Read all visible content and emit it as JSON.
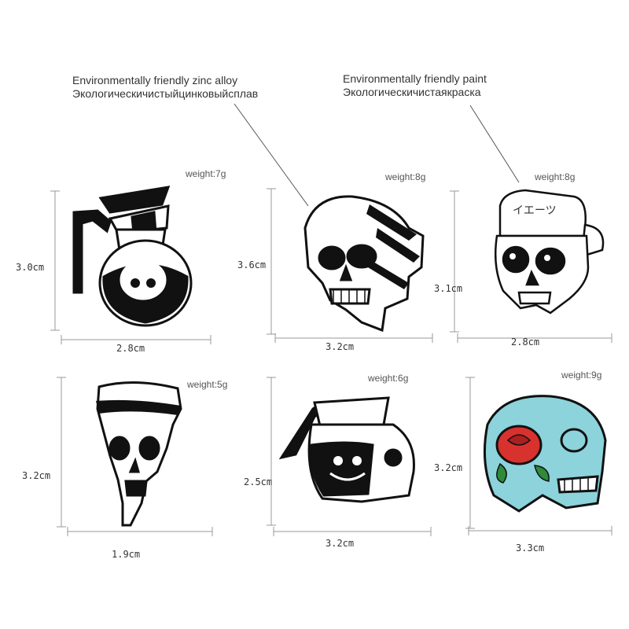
{
  "callouts": {
    "zinc_en": "Environmentally friendly zinc alloy",
    "zinc_ru": "Экологическичистыйцинковыйсплав",
    "paint_en": "Environmentally friendly paint",
    "paint_ru": "Экологическичистаякраска"
  },
  "pins": [
    {
      "weight": "weight:7g",
      "height": "3.0cm",
      "width": "2.8cm",
      "icon": "coffee-pot-skull-icon"
    },
    {
      "weight": "weight:8g",
      "height": "3.6cm",
      "width": "3.2cm",
      "icon": "melting-skull-icon"
    },
    {
      "weight": "weight:8g",
      "height": "3.1cm",
      "width": "2.8cm",
      "icon": "cap-skull-icon"
    },
    {
      "weight": "weight:5g",
      "height": "3.2cm",
      "width": "1.9cm",
      "icon": "pizza-skull-icon"
    },
    {
      "weight": "weight:6g",
      "height": "2.5cm",
      "width": "3.2cm",
      "icon": "skull-coffee-pot-icon"
    },
    {
      "weight": "weight:9g",
      "height": "3.2cm",
      "width": "3.3cm",
      "icon": "rose-skull-icon"
    }
  ],
  "colors": {
    "rose_skull_blue": "#8cd3dc",
    "rose_red": "#d8322f",
    "leaf_green": "#2f8a3a"
  }
}
